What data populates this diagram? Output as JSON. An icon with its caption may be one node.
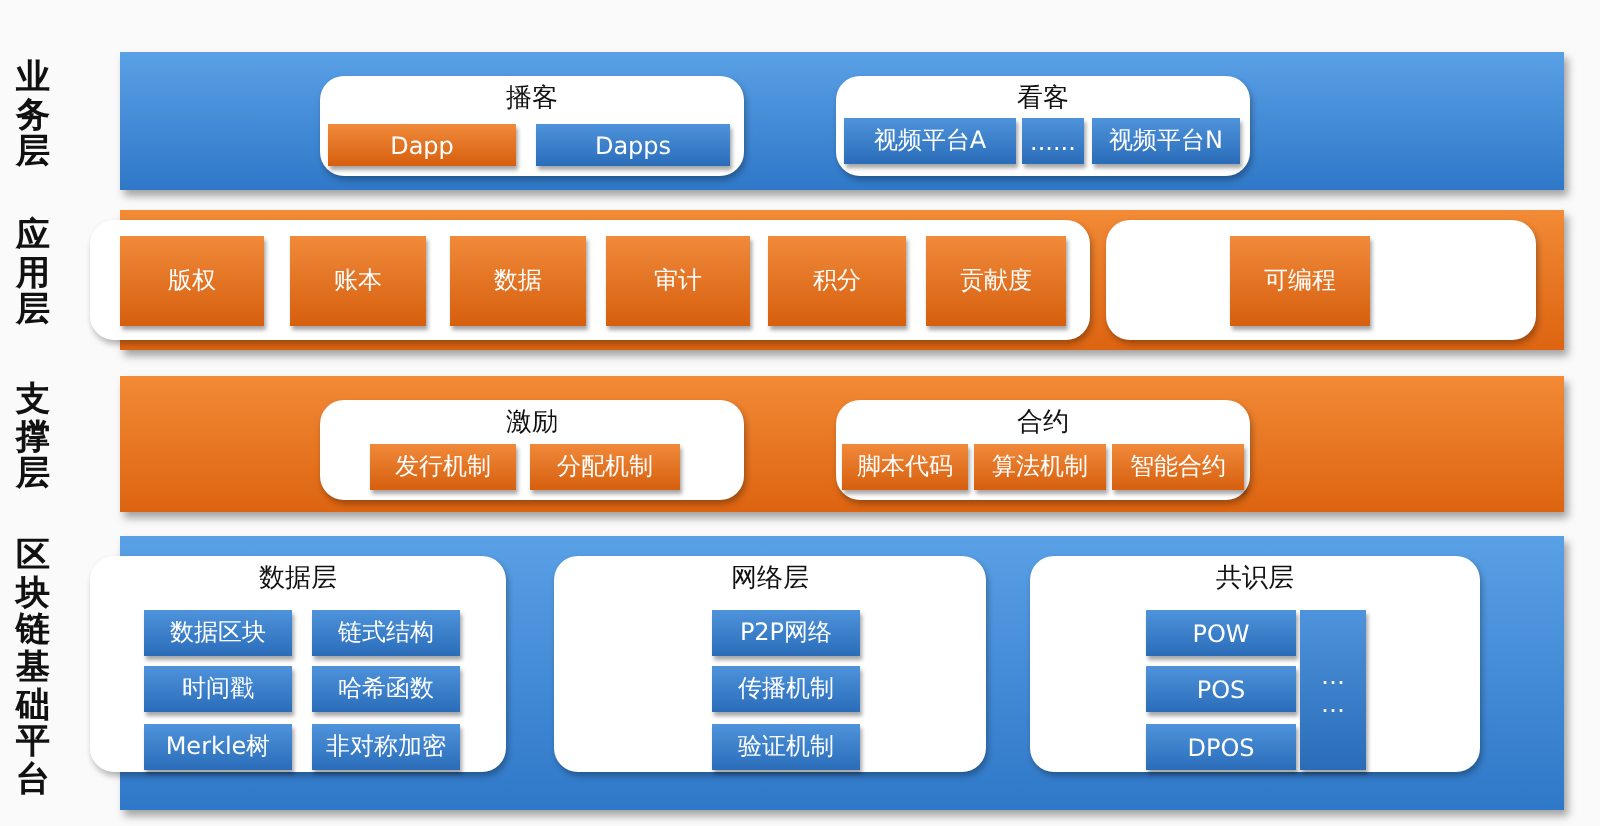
{
  "diagram": {
    "nodes": [
      {
        "text": [
          "业务层"
        ]
      },
      {
        "text": [
          "播客"
        ],
        "in": 0
      },
      {
        "text": [
          "Dapp"
        ],
        "in": 1
      },
      {
        "text": [
          "Dapps"
        ],
        "in": 1
      },
      {
        "text": [
          "看客"
        ],
        "in": 0
      },
      {
        "text": [
          "视频平台A"
        ],
        "in": 4
      },
      {
        "text": [
          "......"
        ],
        "in": 4
      },
      {
        "text": [
          "视频平台N"
        ],
        "in": 4
      },
      {
        "text": [
          "应用层"
        ]
      },
      {
        "text": [],
        "shape": "box",
        "in": 8
      },
      {
        "text": [
          "版权"
        ],
        "in": 9
      },
      {
        "text": [
          "账本"
        ],
        "in": 9
      },
      {
        "text": [
          "数据"
        ],
        "in": 9
      },
      {
        "text": [
          "审计"
        ],
        "in": 9
      },
      {
        "text": [
          "积分"
        ],
        "in": 9
      },
      {
        "text": [
          "贡献度"
        ],
        "in": 9
      },
      {
        "text": [],
        "shape": "box",
        "in": 8
      },
      {
        "text": [
          "可编程"
        ],
        "in": 16
      },
      {
        "text": [
          "支撑层"
        ]
      },
      {
        "text": [
          "激励"
        ],
        "in": 18
      },
      {
        "text": [
          "发行机制"
        ],
        "in": 19
      },
      {
        "text": [
          "分配机制"
        ],
        "in": 19
      },
      {
        "text": [
          "合约"
        ],
        "in": 18
      },
      {
        "text": [
          "脚本代码"
        ],
        "in": 22
      },
      {
        "text": [
          "算法机制"
        ],
        "in": 22
      },
      {
        "text": [
          "智能合约"
        ],
        "in": 22
      },
      {
        "text": [
          "区块链基础平台"
        ]
      },
      {
        "text": [
          "数据层"
        ],
        "in": 26
      },
      {
        "text": [
          "数据区块"
        ],
        "in": 27
      },
      {
        "text": [
          "链式结构"
        ],
        "in": 27
      },
      {
        "text": [
          "时间戳"
        ],
        "in": 27
      },
      {
        "text": [
          "哈希函数"
        ],
        "in": 27
      },
      {
        "text": [
          "Merkle树"
        ],
        "in": 27
      },
      {
        "text": [
          "非对称加密"
        ],
        "in": 27
      },
      {
        "text": [
          "网络层"
        ],
        "in": 26
      },
      {
        "text": [
          "P2P网络"
        ],
        "in": 34
      },
      {
        "text": [
          "传播机制"
        ],
        "in": 34
      },
      {
        "text": [
          "验证机制"
        ],
        "in": 34
      },
      {
        "text": [
          "共识层"
        ],
        "in": 26
      },
      {
        "text": [
          "POW"
        ],
        "in": 38
      },
      {
        "text": [
          "POS"
        ],
        "in": 38
      },
      {
        "text": [
          "DPOS"
        ],
        "in": 38
      },
      {
        "text": [
          "… …"
        ],
        "in": 38
      }
    ]
  }
}
